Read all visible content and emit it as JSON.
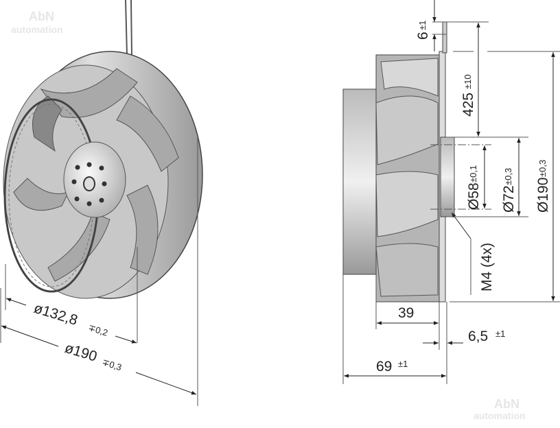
{
  "watermark": {
    "brand": "AbN",
    "subtitle": "automation"
  },
  "front_view": {
    "inner_diameter": {
      "value": "ø132,8",
      "tolerance": "∓0,2"
    },
    "outer_diameter": {
      "value": "ø190",
      "tolerance": "∓0,3"
    }
  },
  "side_view": {
    "cable_stub": {
      "value": "6",
      "tolerance": "±1"
    },
    "cable_length": {
      "value": "425",
      "tolerance": "±10"
    },
    "bolt_circle": {
      "value": "Ø58",
      "tolerance": "±0,1"
    },
    "flange_diameter": {
      "value": "Ø72",
      "tolerance": "±0,3"
    },
    "outer_diameter": {
      "value": "Ø190",
      "tolerance": "±0,3"
    },
    "thread": {
      "value": "M4 (4x)"
    },
    "blade_depth": {
      "value": "39"
    },
    "flange_offset": {
      "value": "6,5",
      "tolerance": "±1"
    },
    "overall_depth": {
      "value": "69",
      "tolerance": "±1"
    }
  },
  "colors": {
    "line": "#555555",
    "metal_light": "#e8e8e8",
    "metal_dark": "#7a7a7a"
  }
}
